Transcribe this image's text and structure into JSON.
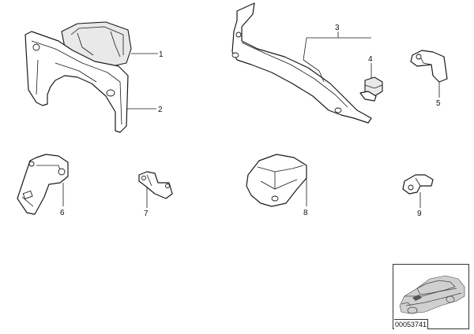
{
  "diagram": {
    "callouts": {
      "c1": "1",
      "c2": "2",
      "c3": "3",
      "c4": "4",
      "c5": "5",
      "c6": "6",
      "c7": "7",
      "c8": "8",
      "c9": "9"
    },
    "reference_number": "00053741",
    "thumbnail": "car-silhouette"
  }
}
